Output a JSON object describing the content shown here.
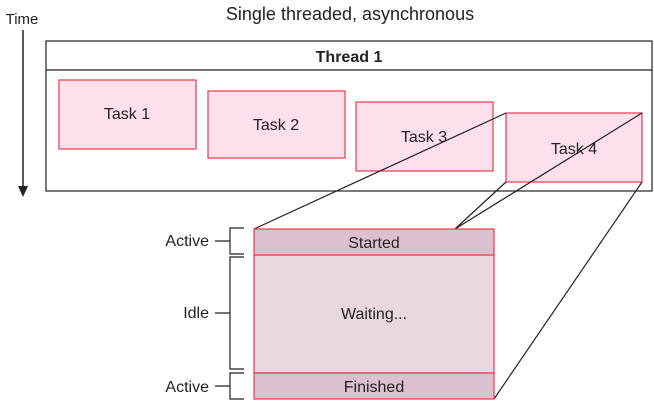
{
  "title": "Single threaded, asynchronous",
  "time_label": "Time",
  "thread": {
    "label": "Thread 1"
  },
  "tasks": [
    {
      "label": "Task 1"
    },
    {
      "label": "Task 2"
    },
    {
      "label": "Task 3"
    },
    {
      "label": "Task 4"
    }
  ],
  "detail": {
    "started": "Started",
    "waiting": "Waiting...",
    "finished": "Finished"
  },
  "brackets": {
    "active_top": "Active",
    "idle": "Idle",
    "active_bottom": "Active"
  },
  "colors": {
    "task_fill": "#fde0ec",
    "task_stroke": "#e8384c",
    "band_fill": "#dcc0cf",
    "detail_fill": "#e8d8e0",
    "line": "#222222"
  }
}
